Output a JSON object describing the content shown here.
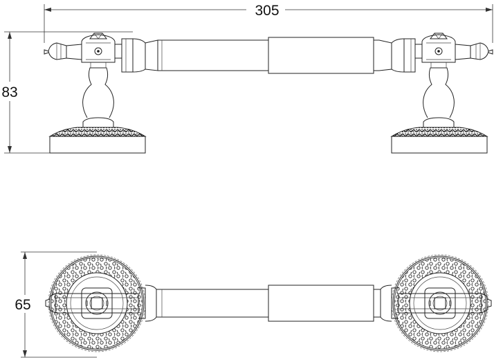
{
  "dimensions": {
    "length_label": "305",
    "height_label": "83",
    "depth_label": "65"
  }
}
